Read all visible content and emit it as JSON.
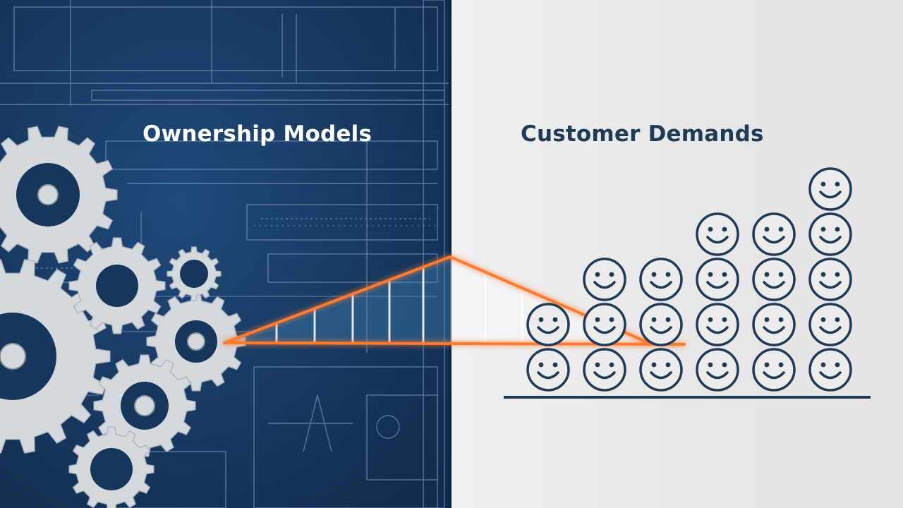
{
  "left_panel": {
    "heading": "Ownership Models",
    "icon": "gear-icon"
  },
  "right_panel": {
    "heading": "Customer Demands",
    "icon": "smiley-icon",
    "smiley_column_heights": [
      2,
      3,
      3,
      4,
      4,
      5
    ]
  },
  "colors": {
    "blueprint_blue": "#16365c",
    "gear_silver": "#d4d9de",
    "accent_orange": "#ff7a2f",
    "smiley_navy": "#1f3b57",
    "background_gray": "#e9e9e9"
  }
}
